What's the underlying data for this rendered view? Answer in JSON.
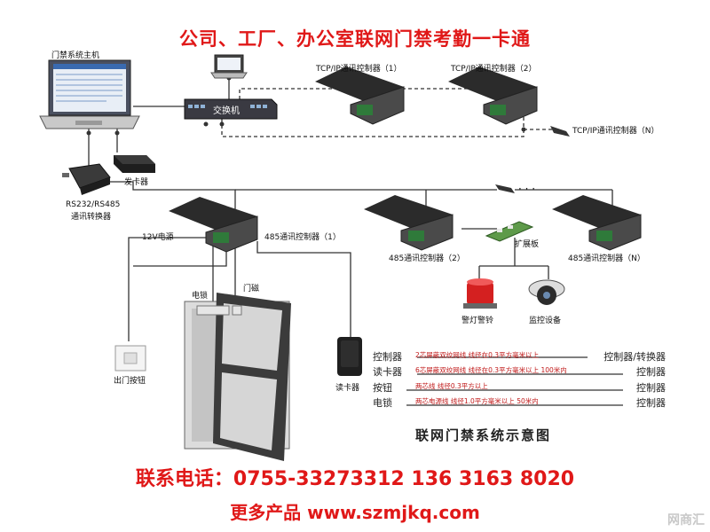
{
  "title": "公司、工厂、办公室联网门禁考勤一卡通",
  "labels": {
    "host": "门禁系统主机",
    "switch": "交换机",
    "tcp1": "TCP/IP通讯控制器（1）",
    "tcp2": "TCP/IP通讯控制器（2）",
    "tcpn": "TCP/IP通讯控制器（N）",
    "card_issuer": "发卡器",
    "converter_line1": "RS232/RS485",
    "converter_line2": "通讯转换器",
    "power": "12V电源",
    "c485_1": "485通讯控制器（1）",
    "c485_2": "485通讯控制器（2）",
    "c485_n": "485通讯控制器（N）",
    "expansion": "扩展板",
    "lock": "电锁",
    "door_sensor": "门磁",
    "alarm": "警灯警铃",
    "camera": "监控设备",
    "exit_button": "出门按钮",
    "reader": "读卡器",
    "ellipsis": "· · ·"
  },
  "legend": [
    {
      "device": "控制器",
      "note": "2芯屏蔽双绞网线  线径在0.3平方毫米以上",
      "target": "控制器/转换器"
    },
    {
      "device": "读卡器",
      "note": "6芯屏蔽双绞网线  线径在0.3平方毫米以上   100米内",
      "target": "控制器"
    },
    {
      "device": "按钮",
      "note": "两芯线  线径0.3平方以上",
      "target": "控制器"
    },
    {
      "device": "电锁",
      "note": "两芯电源线  线径1.0平方毫米以上  50米内",
      "target": "控制器"
    }
  ],
  "caption": "联网门禁系统示意图",
  "contact": {
    "phone": "联系电话：0755-33273312  136 3163 8020",
    "web": "更多产品  www.szmjkq.com"
  },
  "watermark": "网商汇",
  "colors": {
    "accent": "#e01818",
    "line": "#333333",
    "device": "#2b2b2b"
  }
}
